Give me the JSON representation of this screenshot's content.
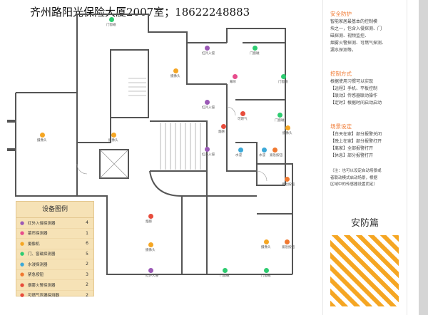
{
  "header": {
    "text": "齐州路阳光保险大厦2007室；18622248883"
  },
  "legend": {
    "title": "设备图例",
    "items": [
      {
        "icon": "infrared-sensor-icon",
        "name": "红外入侵探测器",
        "count": "4",
        "color": "#9b59b6"
      },
      {
        "icon": "curtain-sensor-icon",
        "name": "幕帘探测器",
        "count": "1",
        "color": "#e74c8c"
      },
      {
        "icon": "camera-icon",
        "name": "摄像机",
        "count": "6",
        "color": "#f5a623"
      },
      {
        "icon": "door-magnet-icon",
        "name": "门、窗磁探测器",
        "count": "5",
        "color": "#2ecc71"
      },
      {
        "icon": "water-sensor-icon",
        "name": "水浸探测器",
        "count": "2",
        "color": "#3ba8d8"
      },
      {
        "icon": "emergency-button-icon",
        "name": "紧急按钮",
        "count": "3",
        "color": "#f07830"
      },
      {
        "icon": "smoke-sensor-icon",
        "name": "烟雾火警探测器",
        "count": "2",
        "color": "#e74c3c"
      },
      {
        "icon": "gas-sensor-icon",
        "name": "可燃气泄漏探测器",
        "count": "2",
        "color": "#e74c3c"
      }
    ]
  },
  "panel": {
    "security_title": "安全防护",
    "security_lines": [
      "智能家居最基本的控制模",
      "块之一，包含入侵探测、门",
      "磁探测、视频监控、",
      "烟雾火警探测、可燃气探测、",
      "漏水探测等。"
    ],
    "control_title": "控制方式",
    "control_lines": [
      "根据使用习惯可以实现",
      "【远程】手机、平板控制",
      "【联动】传感器联动操作",
      "【定时】根据时间启动启动"
    ],
    "scene_title": "场景设定",
    "scene_lines": [
      "【白天在家】部分报警关闭",
      "【晚上在家】部分报警打开",
      "【离家】全部报警打开",
      "【休息】部分报警打开"
    ],
    "note_lines": [
      "（注：也可以设定启动场景或",
      "者联动模式启动场景，根据",
      "区域中的传感器设置而定）"
    ],
    "page_name": "安防篇"
  },
  "markers": [
    {
      "label": "门窗磁",
      "color": "#2ecc71"
    },
    {
      "label": "红外入侵",
      "color": "#9b59b6"
    },
    {
      "label": "门窗磁",
      "color": "#2ecc71"
    },
    {
      "label": "摄像头",
      "color": "#f5a623"
    },
    {
      "label": "幕帘",
      "color": "#e74c8c"
    },
    {
      "label": "门窗磁",
      "color": "#2ecc71"
    },
    {
      "label": "红外入侵",
      "color": "#9b59b6"
    },
    {
      "label": "可燃气",
      "color": "#e74c3c"
    },
    {
      "label": "烟感",
      "color": "#e74c3c"
    },
    {
      "label": "门窗磁",
      "color": "#2ecc71"
    },
    {
      "label": "摄像头",
      "color": "#f5a623"
    },
    {
      "label": "红外入侵",
      "color": "#9b59b6"
    },
    {
      "label": "水浸",
      "color": "#3ba8d8"
    },
    {
      "label": "水浸",
      "color": "#3ba8d8"
    },
    {
      "label": "紧急按钮",
      "color": "#f07830"
    },
    {
      "label": "紧急按钮",
      "color": "#f07830"
    },
    {
      "label": "摄像头",
      "color": "#f5a623"
    },
    {
      "label": "摄像头",
      "color": "#f5a623"
    },
    {
      "label": "烟感",
      "color": "#e74c3c"
    },
    {
      "label": "摄像头",
      "color": "#f5a623"
    },
    {
      "label": "摄像头",
      "color": "#f5a623"
    },
    {
      "label": "紧急按钮",
      "color": "#f07830"
    },
    {
      "label": "红外入侵",
      "color": "#9b59b6"
    },
    {
      "label": "门窗磁",
      "color": "#2ecc71"
    },
    {
      "label": "门窗磁",
      "color": "#2ecc71"
    }
  ]
}
